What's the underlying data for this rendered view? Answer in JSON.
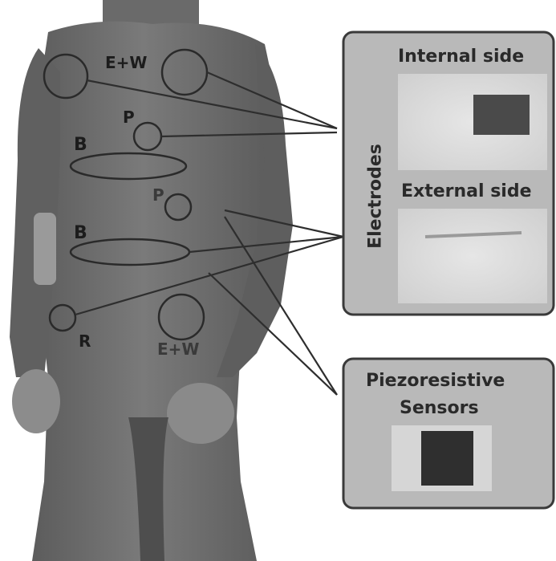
{
  "figure": {
    "body_labels": {
      "ew_top": "E+W",
      "p_upper": "P",
      "b_upper": "B",
      "p_lower": "P",
      "b_lower": "B",
      "r": "R",
      "ew_bottom": "E+W"
    },
    "electrodes_panel": {
      "vertical_label": "Electrodes",
      "internal_label": "Internal side",
      "external_label": "External side"
    },
    "sensors_panel": {
      "title_line1": "Piezoresistive",
      "title_line2": "Sensors"
    }
  },
  "colors": {
    "suit": "#6e6e6e",
    "panel_bg": "#b9b9b9",
    "panel_border": "#3a3a3a",
    "annotation_line": "#2e2e2e"
  }
}
